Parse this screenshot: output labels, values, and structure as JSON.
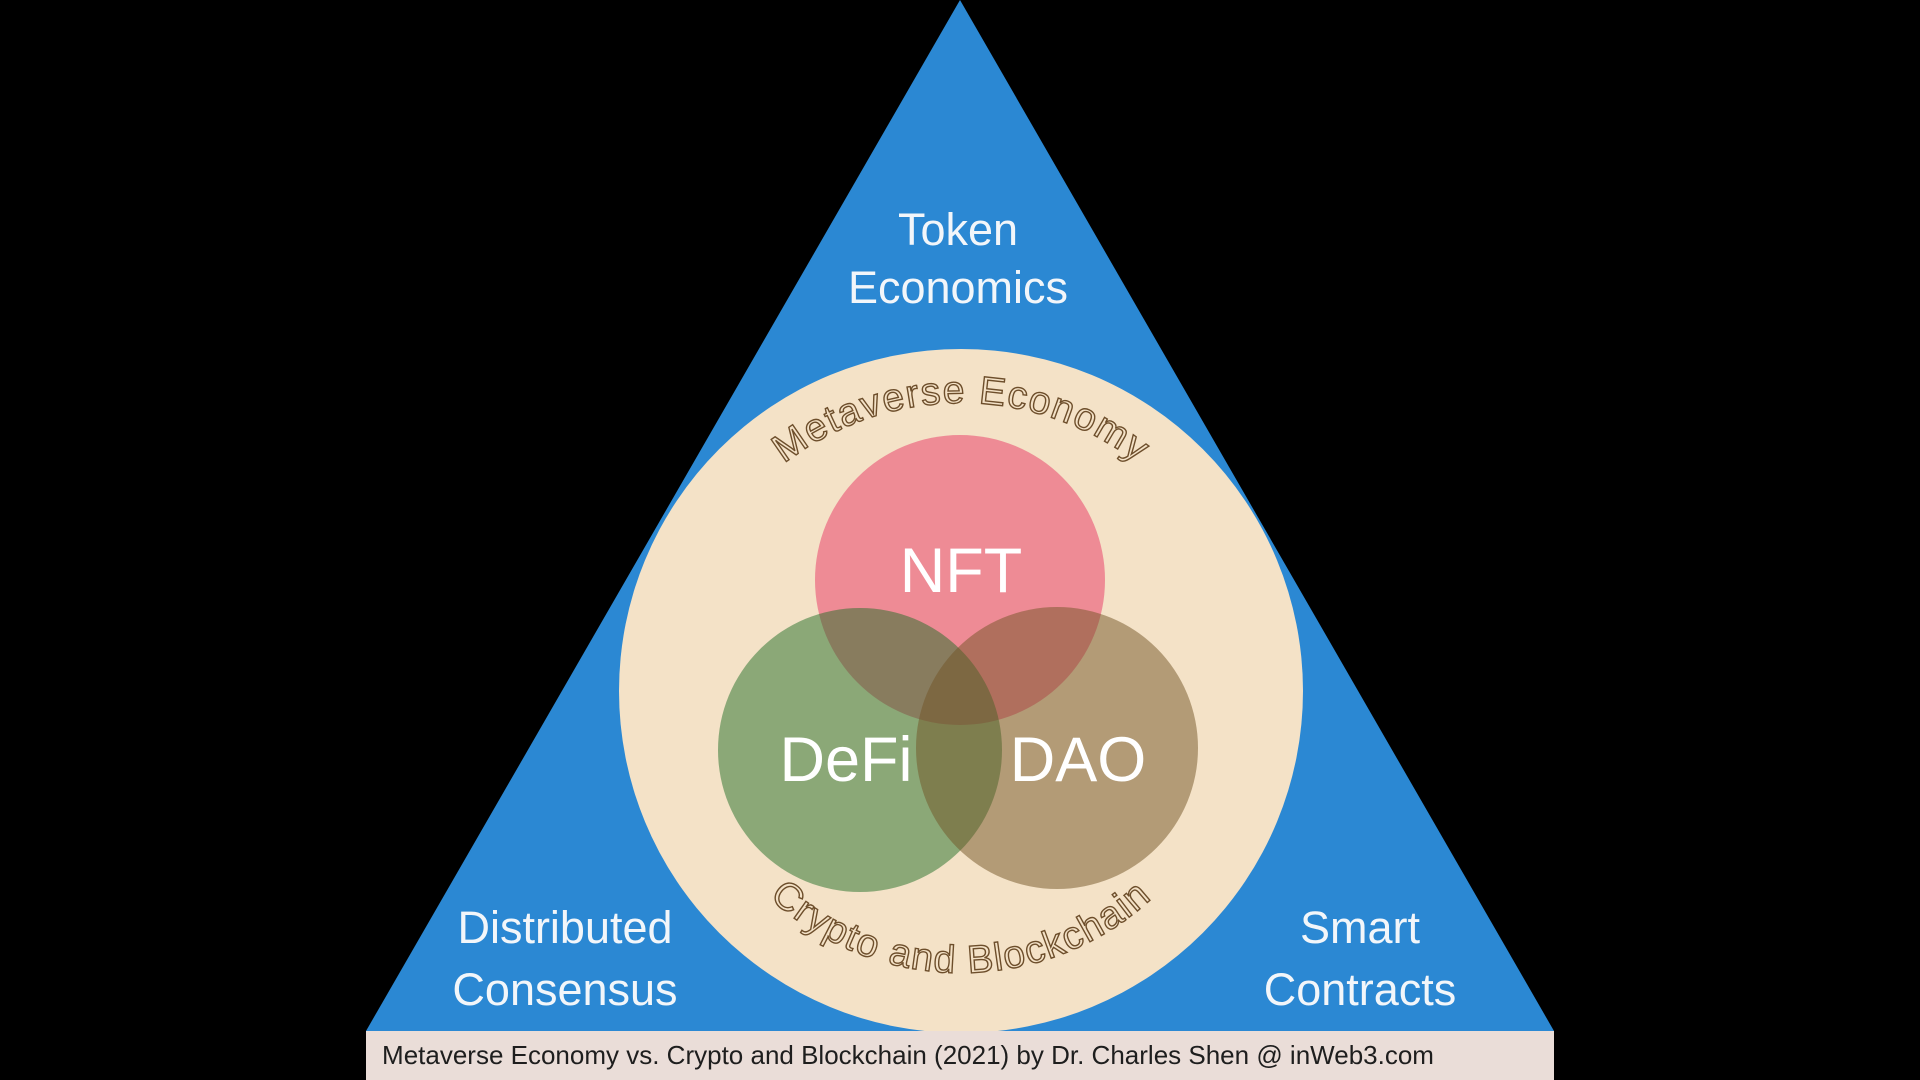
{
  "page": {
    "background_color": "#000000"
  },
  "triangle": {
    "fill": "#2B88D3",
    "label_color": "#F2F6FA",
    "corner_top": {
      "line1": "Token",
      "line2": "Economics"
    },
    "corner_bottom_left": {
      "line1": "Distributed",
      "line2": "Consensus"
    },
    "corner_bottom_right": {
      "line1": "Smart",
      "line2": "Contracts"
    }
  },
  "metaverse_circle": {
    "fill": "#F4E2C7",
    "arc_label_color": "#6D4E2B",
    "arc_label_top": "Metaverse Economy",
    "arc_label_bottom": "Crypto and Blockchain"
  },
  "venn": {
    "label_color": "#FFFFFF",
    "fill_opacity": "0.5",
    "nft": {
      "label": "NFT",
      "fill": "#E73364"
    },
    "defi": {
      "label": "DeFi",
      "fill": "#216D28"
    },
    "dao": {
      "label": "DAO",
      "fill": "#715326"
    }
  },
  "caption": {
    "bar_fill": "#EADDD8",
    "text_color": "#1E1E1E",
    "text": "Metaverse Economy vs. Crypto and Blockchain (2021) by Dr. Charles Shen @ inWeb3.com"
  }
}
